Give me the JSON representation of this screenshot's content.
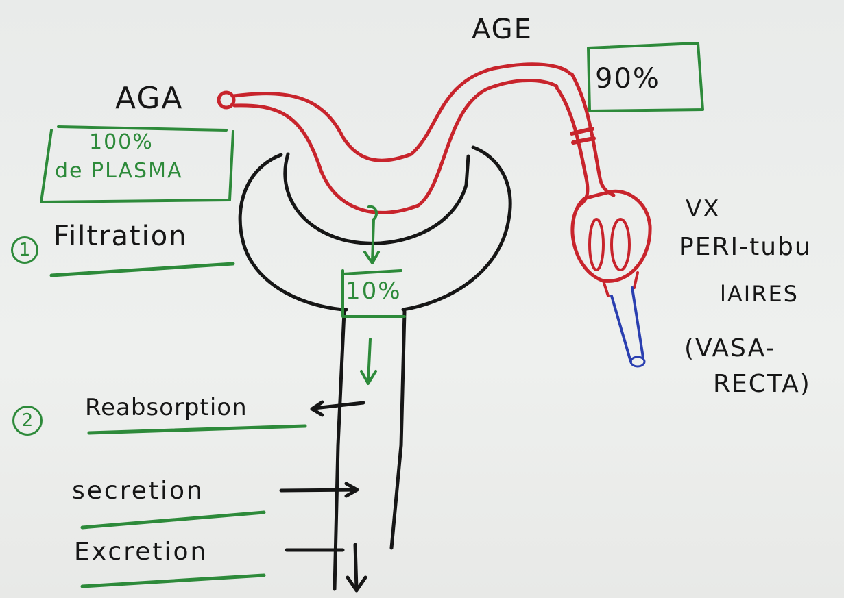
{
  "labels": {
    "aga": "AGA",
    "age": "AGE",
    "aga_pct": "100%",
    "aga_plasma": "de PLASMA",
    "age_pct": "90%",
    "filtered_pct": "10%",
    "vx_title": "VX",
    "vx_line1": "PERI-tubu",
    "vx_line2": "lAIRES",
    "vx_line3": "(VASA-",
    "vx_line4": "RECTA)",
    "step1_num": "1",
    "step1": "Filtration",
    "step2_num": "2",
    "step2": "Reabsorption",
    "secretion": "secretion",
    "excretion": "Excretion"
  },
  "colors": {
    "background": "#ecedeb",
    "black_ink": "#161616",
    "red_ink": "#c8242c",
    "green_ink": "#2d8a3a",
    "blue_ink": "#2a3fb0"
  }
}
